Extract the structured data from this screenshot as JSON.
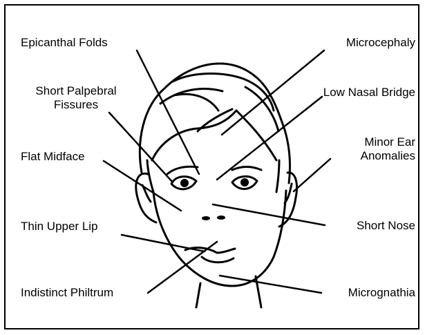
{
  "diagram": {
    "labels": {
      "epicanthal_folds": "Epicanthal Folds",
      "microcephaly": "Microcephaly",
      "short_palpebral_fissures_line1": "Short Palpebral",
      "short_palpebral_fissures_line2": "Fissures",
      "low_nasal_bridge": "Low Nasal Bridge",
      "minor_ear_anomalies_line1": "Minor Ear",
      "minor_ear_anomalies_line2": "Anomalies",
      "flat_midface": "Flat Midface",
      "thin_upper_lip": "Thin Upper Lip",
      "short_nose": "Short Nose",
      "indistinct_philtrum": "Indistinct Philtrum",
      "micrognathia": "Micrognathia"
    },
    "colors": {
      "ink": "#000000",
      "paper": "#ffffff"
    }
  }
}
